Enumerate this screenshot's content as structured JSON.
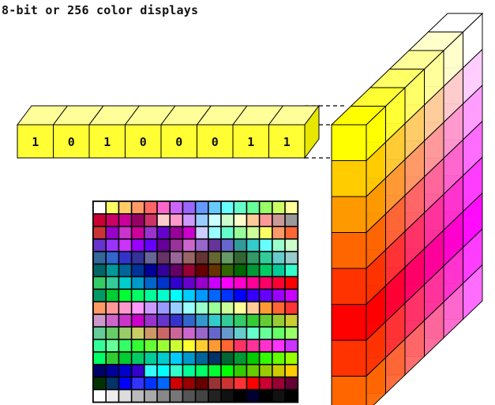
{
  "title": "8-bit or 256 color displays",
  "bits": [
    "1",
    "0",
    "1",
    "0",
    "0",
    "0",
    "1",
    "1"
  ],
  "colors": {
    "bit_face": "#ffff33",
    "bit_top": "#ffff99",
    "bit_side": "#e6e600",
    "line": "#000000",
    "background": "#ffffff"
  },
  "palette_grid": {
    "cols": 16,
    "rows": 16,
    "row_colors": [
      [
        "#ffffff",
        "#ffff66",
        "#ffcc66",
        "#ff9966",
        "#ff6666",
        "#ff66cc",
        "#cc66ff",
        "#9966ff",
        "#6699ff",
        "#66ccff",
        "#66ffff",
        "#66ffcc",
        "#66ff99",
        "#99ff66",
        "#ccff66",
        "#ffff99"
      ],
      [
        "#cc0033",
        "#cc0066",
        "#cc0099",
        "#990066",
        "#cc3366",
        "#ffcccc",
        "#ff99cc",
        "#cc99ff",
        "#99ccff",
        "#ccffff",
        "#ccffcc",
        "#ffffcc",
        "#ffcc99",
        "#ff9999",
        "#cc9999",
        "#999999"
      ],
      [
        "#cc3333",
        "#9900cc",
        "#cc33cc",
        "#cc0099",
        "#9933cc",
        "#6600cc",
        "#990099",
        "#cc00cc",
        "#ccccff",
        "#99ffff",
        "#66ffcc",
        "#99ff99",
        "#ccff99",
        "#ffff66",
        "#ff9966",
        "#ff6633"
      ],
      [
        "#6633cc",
        "#9933ff",
        "#cc33ff",
        "#9900ff",
        "#6600ff",
        "#660099",
        "#993399",
        "#cc66cc",
        "#9966cc",
        "#663399",
        "#6666cc",
        "#339999",
        "#33cccc",
        "#66ffff",
        "#99ffcc",
        "#ccffcc"
      ],
      [
        "#336699",
        "#3366cc",
        "#3333cc",
        "#333399",
        "#666699",
        "#663366",
        "#996699",
        "#996666",
        "#663333",
        "#666633",
        "#669966",
        "#336633",
        "#339966",
        "#33cc99",
        "#66cccc",
        "#99cccc"
      ],
      [
        "#006666",
        "#009999",
        "#006699",
        "#003399",
        "#000099",
        "#330099",
        "#660066",
        "#990033",
        "#660000",
        "#663300",
        "#336600",
        "#006600",
        "#009933",
        "#00cc66",
        "#00cc99",
        "#33ffcc"
      ],
      [
        "#33cc66",
        "#33cc99",
        "#00cccc",
        "#0099cc",
        "#0066cc",
        "#0033cc",
        "#3300cc",
        "#6600cc",
        "#9900cc",
        "#cc00ff",
        "#ff00ff",
        "#ff00cc",
        "#ff0099",
        "#ff0066",
        "#ff0033",
        "#ff0000"
      ],
      [
        "#009966",
        "#00cc33",
        "#00ff33",
        "#00ff66",
        "#00ff99",
        "#00ffcc",
        "#00ffff",
        "#00ccff",
        "#0099ff",
        "#0066ff",
        "#0033ff",
        "#0000ff",
        "#3300ff",
        "#6600ff",
        "#9900ff",
        "#cc00ff"
      ],
      [
        "#ff9966",
        "#ff9999",
        "#ff99cc",
        "#ff99ff",
        "#cc99ff",
        "#9999ff",
        "#99ccff",
        "#99ffff",
        "#99ffcc",
        "#99ff99",
        "#ccff99",
        "#ffff99",
        "#ffcc99",
        "#ff9933",
        "#ff6633",
        "#ff3333"
      ],
      [
        "#cc99cc",
        "#cc66cc",
        "#cc33cc",
        "#cc00cc",
        "#9933cc",
        "#6633cc",
        "#3333cc",
        "#3366cc",
        "#3399cc",
        "#33cccc",
        "#33cc99",
        "#33cc66",
        "#33cc33",
        "#66cc33",
        "#99cc33",
        "#cccc33"
      ],
      [
        "#66cc99",
        "#66cc66",
        "#99cc66",
        "#cccc66",
        "#cc9966",
        "#cc6666",
        "#cc6699",
        "#cc66cc",
        "#9966cc",
        "#6666cc",
        "#6699cc",
        "#66cccc",
        "#66ffcc",
        "#66ff99",
        "#66ff66",
        "#99ff66"
      ],
      [
        "#33ff99",
        "#66ff99",
        "#33ff66",
        "#33ff33",
        "#66ff33",
        "#99ff33",
        "#ccff33",
        "#ffff33",
        "#ffcc33",
        "#ff9933",
        "#ff6633",
        "#ff3366",
        "#ff3399",
        "#ff33cc",
        "#ff33ff",
        "#cc33ff"
      ],
      [
        "#00ff66",
        "#33cc33",
        "#00cc33",
        "#00cc66",
        "#00cc99",
        "#00cccc",
        "#00ccff",
        "#0099cc",
        "#006699",
        "#003366",
        "#006633",
        "#009933",
        "#00cc00",
        "#33ff00",
        "#66ff00",
        "#99ff00"
      ],
      [
        "#000066",
        "#000099",
        "#0000cc",
        "#3300cc",
        "#33ffff",
        "#00ffff",
        "#33ffcc",
        "#00ff99",
        "#00ff66",
        "#00ff33",
        "#00ff00",
        "#33cc00",
        "#66cc00",
        "#99cc00",
        "#cccc00",
        "#ffcc00"
      ],
      [
        "#003300",
        "#003366",
        "#0000ff",
        "#3333ff",
        "#0033ff",
        "#0066ff",
        "#cc0000",
        "#990000",
        "#660000",
        "#993333",
        "#cc3333",
        "#ff3333",
        "#ff0000",
        "#cc0033",
        "#990033",
        "#660033"
      ],
      [
        "#ffffff",
        "#eeeeee",
        "#dddddd",
        "#bbbbbb",
        "#aaaaaa",
        "#888888",
        "#777777",
        "#555555",
        "#444444",
        "#222222",
        "#111111",
        "#000000",
        "#000033",
        "#000000",
        "#111111",
        "#000000"
      ]
    ]
  },
  "cube_palette": {
    "front_column": [
      "#ffff00",
      "#ffcc00",
      "#ff9900",
      "#ff6600",
      "#ff3300",
      "#ff0000",
      "#ff3300",
      "#ff6600"
    ],
    "layers": [
      [
        "#ffff00",
        "#ffcc00",
        "#ff9900",
        "#ff6600",
        "#ff3300",
        "#ff0000",
        "#ff3300",
        "#ff6600"
      ],
      [
        "#ffff33",
        "#ffcc33",
        "#ff9933",
        "#ff6633",
        "#ff3333",
        "#ff0033",
        "#ff3333",
        "#ff6633"
      ],
      [
        "#ffff66",
        "#ffcc66",
        "#ff9966",
        "#ff6666",
        "#ff3366",
        "#ff0066",
        "#ff3366",
        "#ff6666"
      ],
      [
        "#ffff99",
        "#ffcc99",
        "#ff9999",
        "#ff6699",
        "#ff3399",
        "#ff0099",
        "#ff3399",
        "#ff6699"
      ],
      [
        "#ffffcc",
        "#ffcccc",
        "#ff99cc",
        "#ff66cc",
        "#ff33cc",
        "#ff00cc",
        "#ff33cc",
        "#ff66cc"
      ],
      [
        "#ffffff",
        "#ffccff",
        "#ff99ff",
        "#ff66ff",
        "#ff33ff",
        "#ff00ff",
        "#ff33ff",
        "#ff66ff"
      ]
    ]
  }
}
